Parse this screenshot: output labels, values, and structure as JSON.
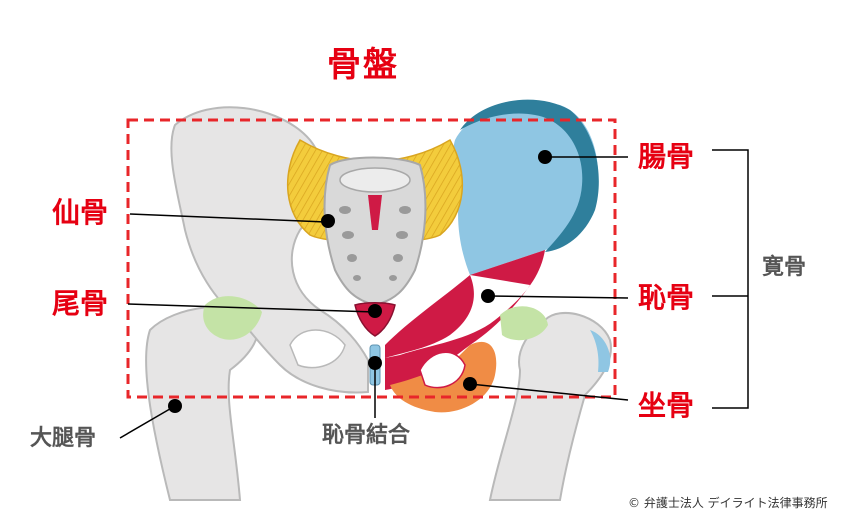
{
  "title": "骨盤",
  "labels": {
    "ilium": "腸骨",
    "sacrum": "仙骨",
    "coccyx": "尾骨",
    "pubis": "恥骨",
    "ischium": "坐骨",
    "hip_bone": "寛骨",
    "femur": "大腿骨",
    "pubic_symphysis": "恥骨結合"
  },
  "copyright": "© 弁護士法人 デイライト法律事務所",
  "colors": {
    "title_red": "#e60012",
    "bone": "#e6e5e5",
    "bone_outline": "#b9b9b9",
    "ilium": "#8fc6e3",
    "ilium_rim": "#2f7f9c",
    "pubis": "#cf1a45",
    "ischium": "#f08c45",
    "sacrum": "#d9d9d9",
    "ligament": "#f3cc3c",
    "cartilage_green": "#c4e3a6",
    "dashed_box": "#e8262a"
  }
}
